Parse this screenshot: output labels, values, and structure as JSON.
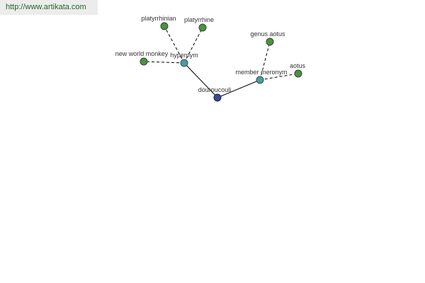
{
  "header": {
    "url": "http://www.artikata.com"
  },
  "colors": {
    "center": "#3b4a8c",
    "relation": "#4e9a9c",
    "leaf": "#4f8f45",
    "edge": "#000000"
  },
  "graph": {
    "center": {
      "label": "douroucouli",
      "icon": "center-node"
    },
    "relations": [
      {
        "label": "hypernym",
        "icon": "relation-node"
      },
      {
        "label": "member meronym",
        "icon": "relation-node"
      }
    ],
    "leaves": [
      {
        "label": "platyrrhinian",
        "relation": "hypernym"
      },
      {
        "label": "platyrrhine",
        "relation": "hypernym"
      },
      {
        "label": "new world monkey",
        "relation": "hypernym"
      },
      {
        "label": "genus aotus",
        "relation": "member meronym"
      },
      {
        "label": "aotus",
        "relation": "member meronym"
      }
    ]
  }
}
